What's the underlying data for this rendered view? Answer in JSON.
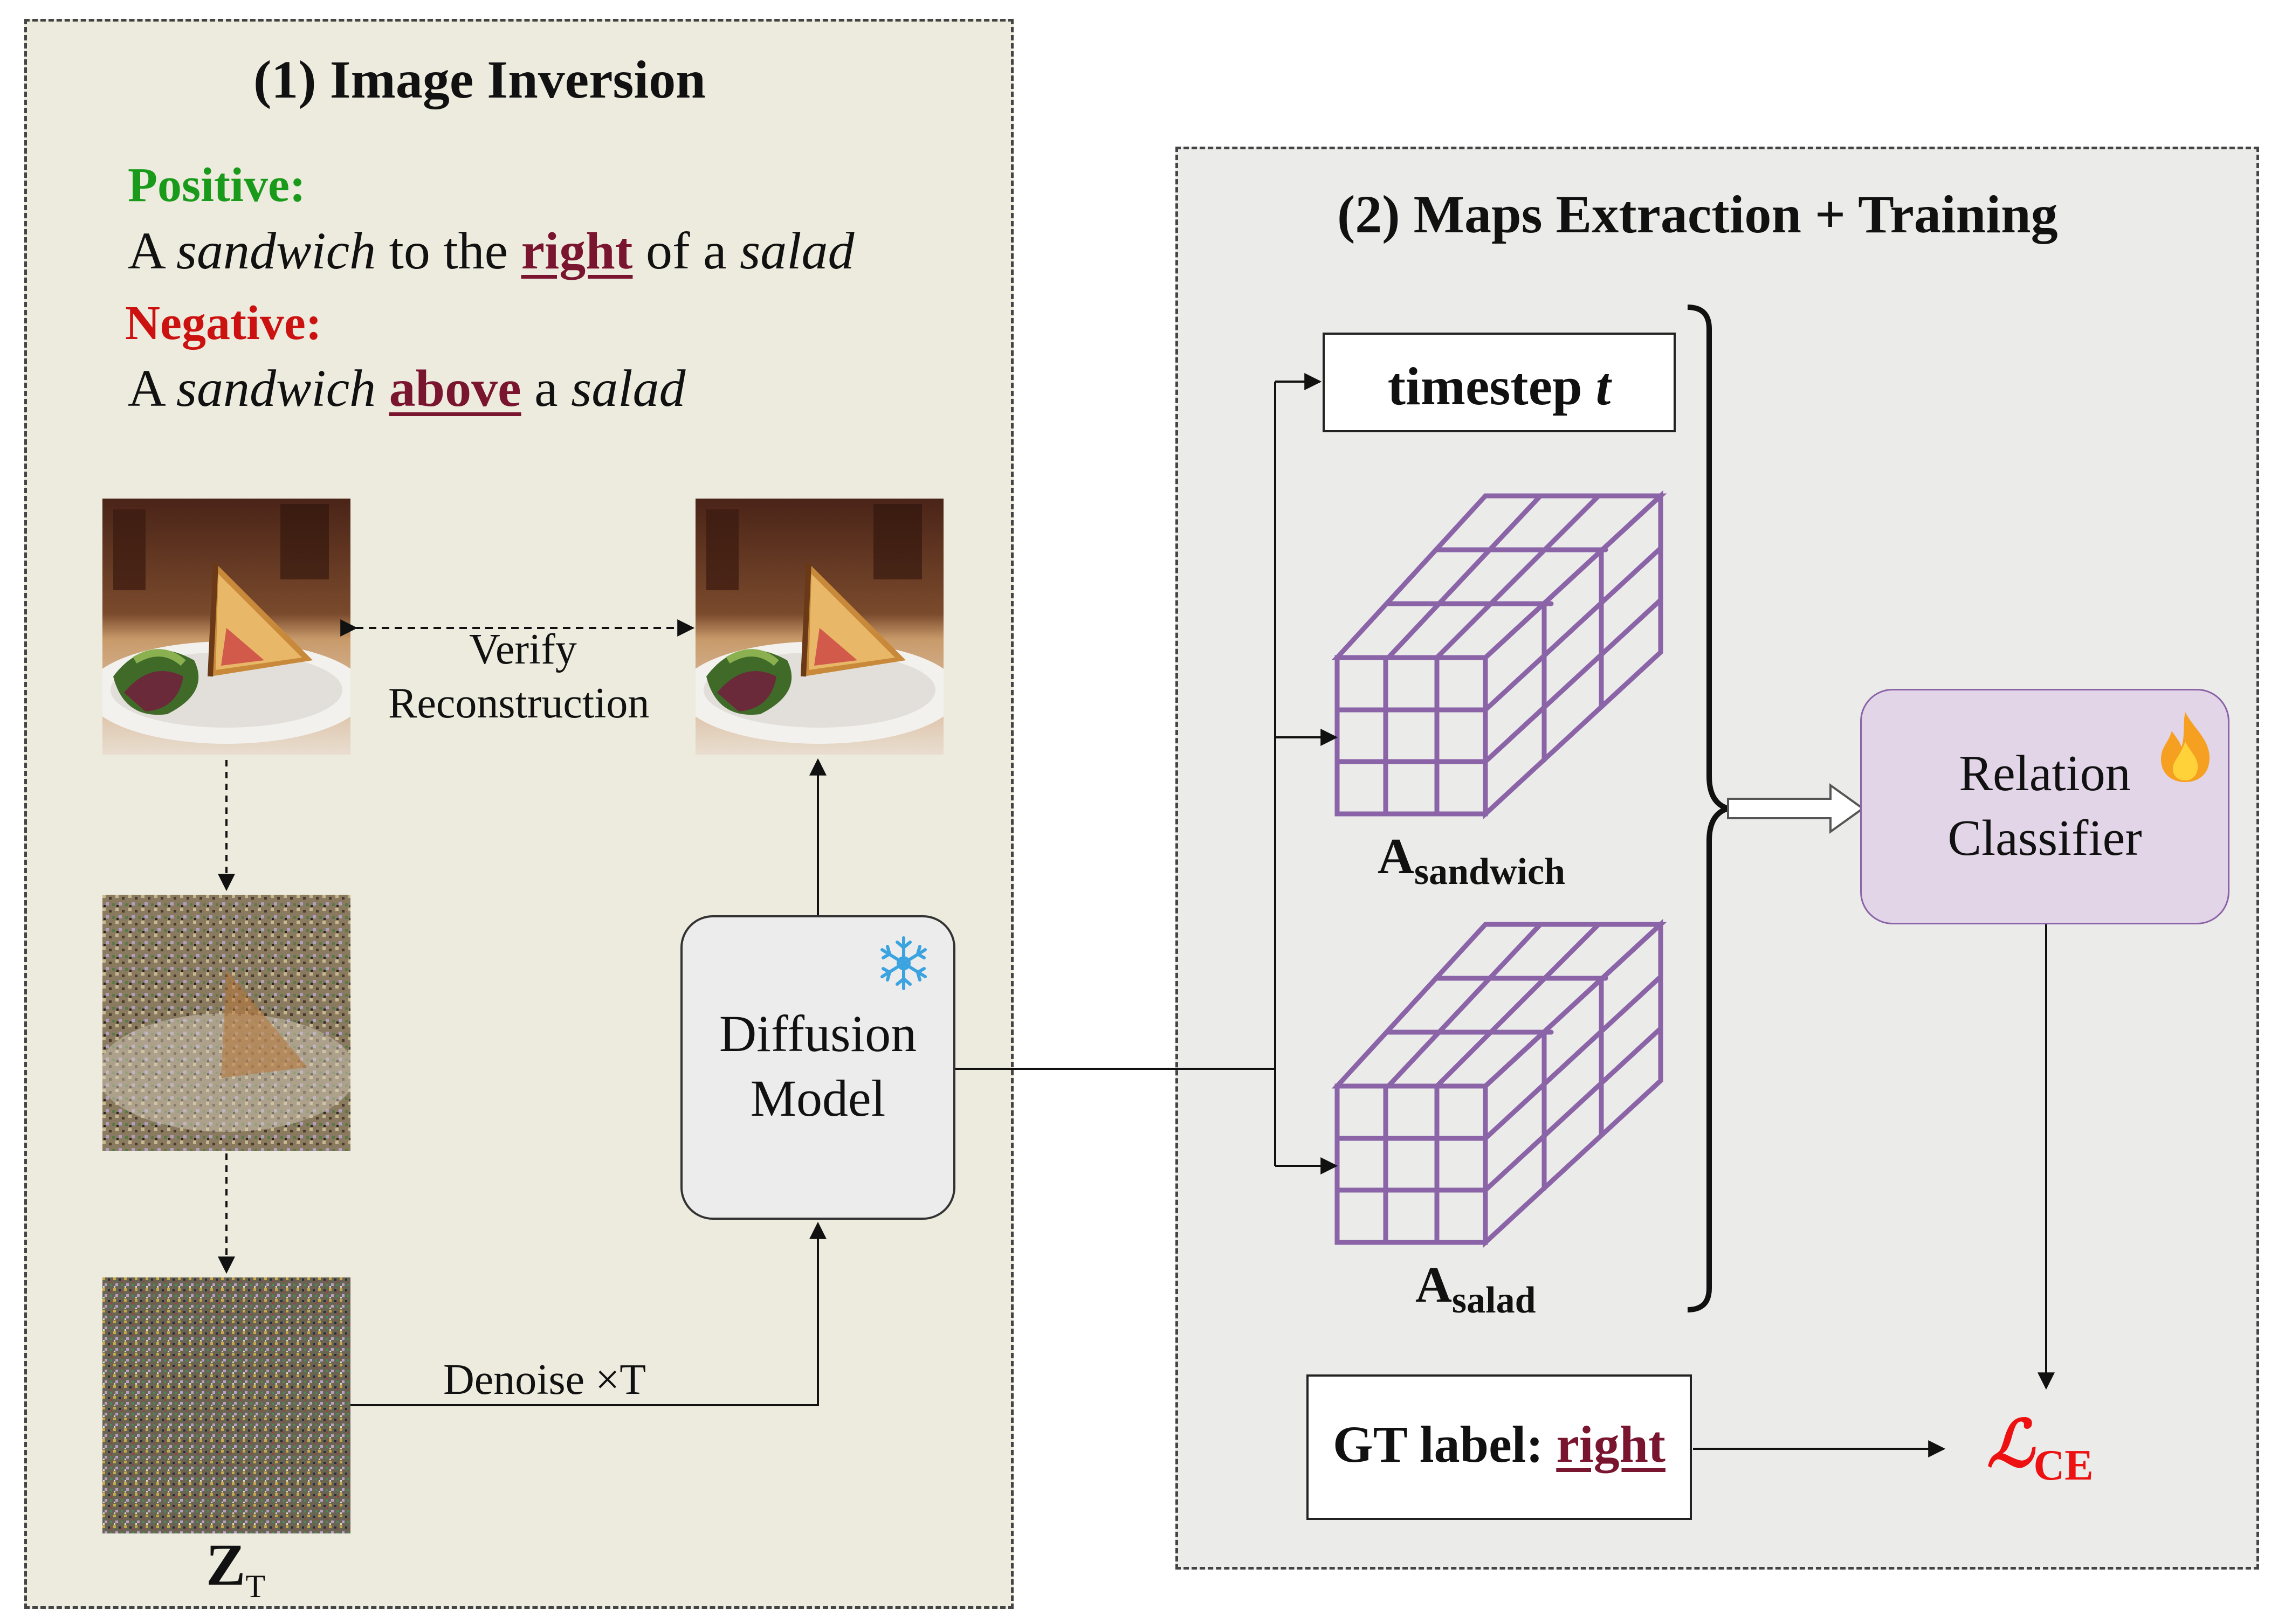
{
  "panel1": {
    "title": "(1) Image Inversion",
    "positive_label": "Positive:",
    "positive_prompt": {
      "p1": "A ",
      "obj1": "sandwich",
      "p2": " to the ",
      "rel": "right",
      "p3": " of a ",
      "obj2": "salad"
    },
    "negative_label": "Negative:",
    "negative_prompt": {
      "p1": "A ",
      "obj1": "sandwich",
      "p2": " ",
      "rel": "above",
      "p3": " a ",
      "obj2": "salad"
    },
    "verify_line1": "Verify",
    "verify_line2": "Reconstruction",
    "denoise_label": "Denoise  ×T",
    "zt_main": "Z",
    "zt_sub": "T",
    "diffusion_line1": "Diffusion",
    "diffusion_line2": "Model"
  },
  "panel2": {
    "title": "(2) Maps Extraction + Training",
    "timestep_word": "timestep ",
    "timestep_var": "t",
    "map1_main": "A",
    "map1_sub": "sandwich",
    "map2_main": "A",
    "map2_sub": "salad",
    "classifier_line1": "Relation",
    "classifier_line2": "Classifier",
    "gt_prefix": "GT label: ",
    "gt_value": "right",
    "loss_symbol": "ℒ",
    "loss_sub": "CE"
  },
  "colors": {
    "positive": "#1a9a1a",
    "negative": "#cc1111",
    "relation": "#7a1530",
    "grid": "#8b64a8",
    "classifier_fill": "#e3d5e8",
    "loss": "#ee1111"
  },
  "icons": [
    "snowflake-icon",
    "fire-icon",
    "noise-image",
    "food-photo"
  ]
}
